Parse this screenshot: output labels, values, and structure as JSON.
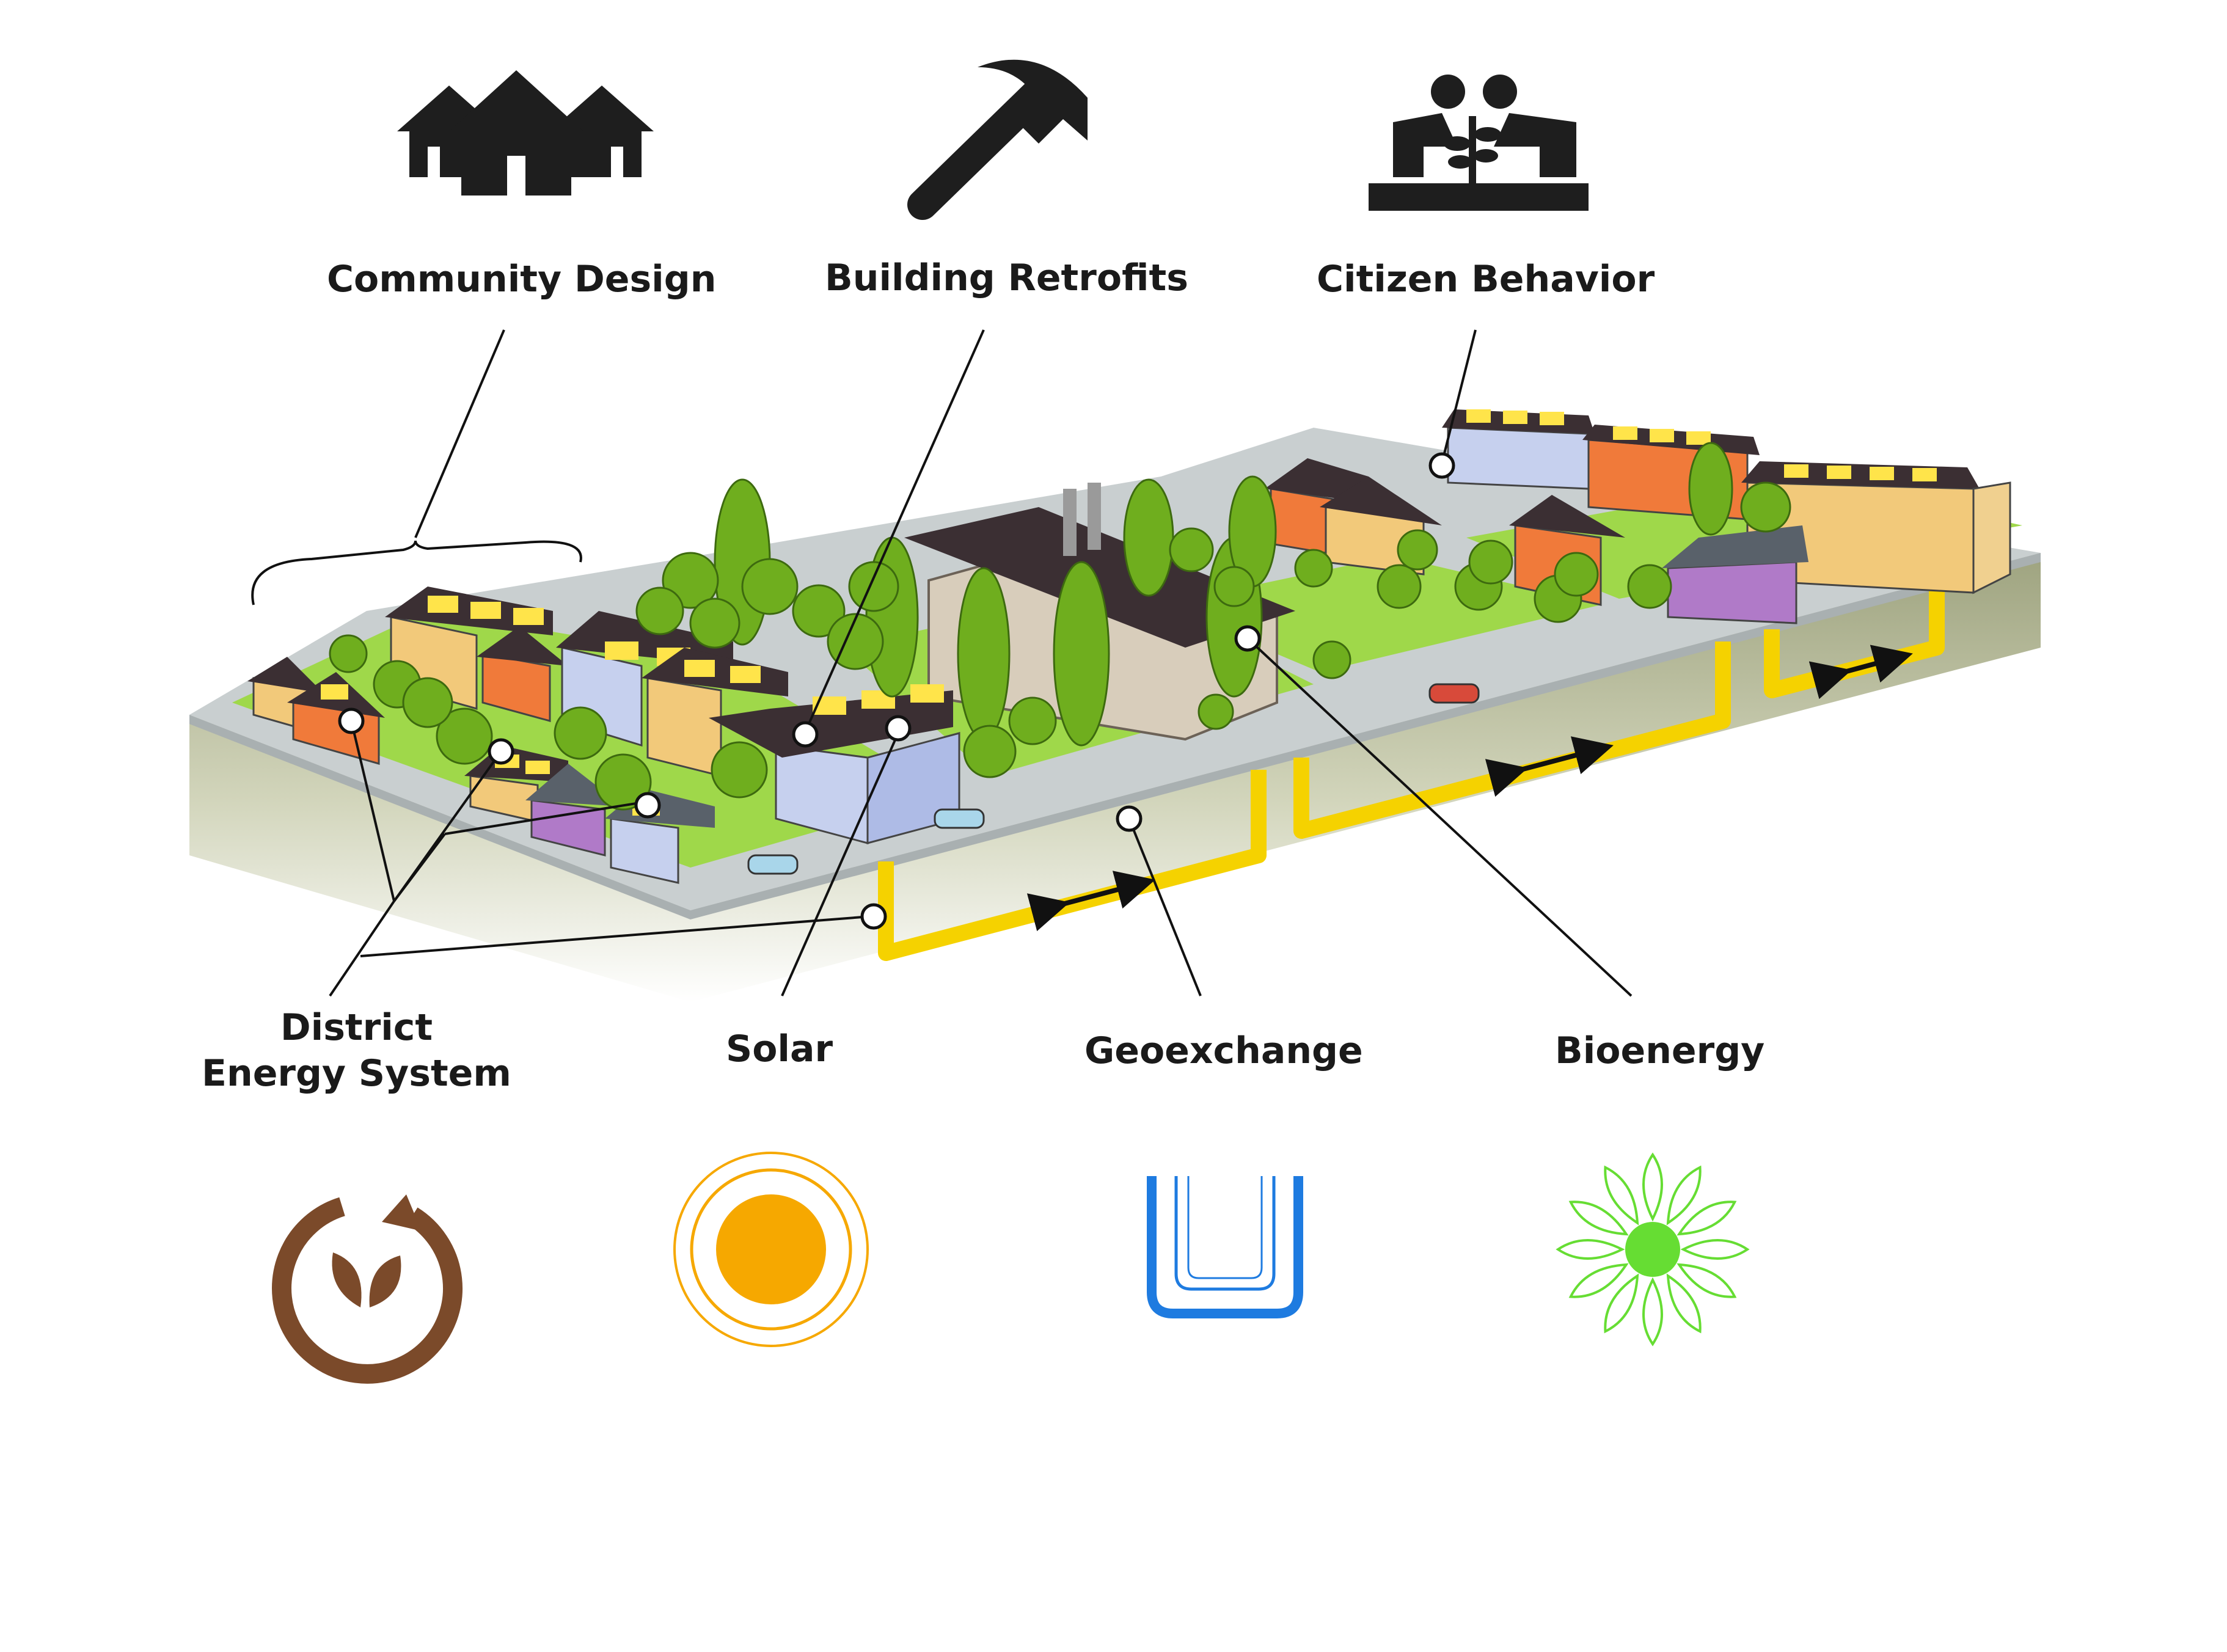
{
  "top_categories": [
    {
      "label": "Community Design",
      "icon": "houses-icon"
    },
    {
      "label": "Building Retrofits",
      "icon": "hammer-icon"
    },
    {
      "label": "Citizen Behavior",
      "icon": "people-planting-icon"
    }
  ],
  "bottom_categories": [
    {
      "label_line1": "District",
      "label_line2": "Energy System",
      "icon": "district-energy-cycle-icon",
      "color": "#7b4a2a"
    },
    {
      "label": "Solar",
      "icon": "sun-icon",
      "color": "#f6a800"
    },
    {
      "label": "Geoexchange",
      "icon": "geoexchange-loop-icon",
      "color": "#1e7be0"
    },
    {
      "label": "Bioenergy",
      "icon": "bioenergy-flower-icon",
      "color": "#66dd33"
    }
  ],
  "colors": {
    "pipe": "#f5d200",
    "grass": "#9fd84a",
    "tree": "#6fae1e",
    "ground": "#c3c7a3",
    "road": "#c9cfd0",
    "roof": "#3b2f33",
    "solar_panel": "#ffe44a"
  }
}
